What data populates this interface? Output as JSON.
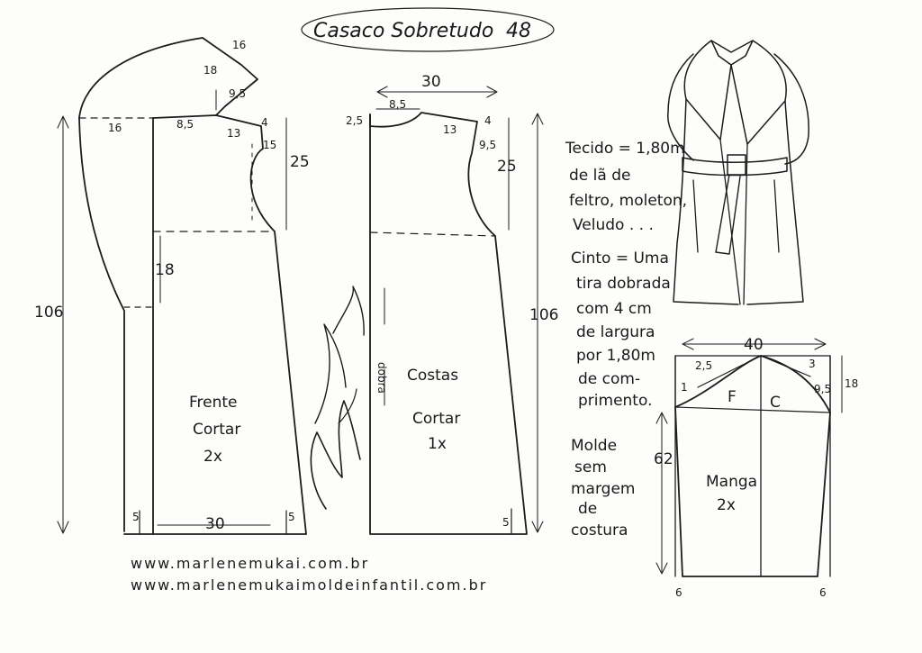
{
  "title": "Casaco Sobretudo",
  "size": "48",
  "front": {
    "name": "Frente",
    "cut_line1": "Cortar",
    "cut_line2": "2x",
    "dims": {
      "hood_width": "16",
      "hood_top": "16",
      "hood_side": "18",
      "hood_diag": "9,5",
      "neck": "8,5",
      "shoulder": "13",
      "drop": "4",
      "armhole": "15",
      "armhole_depth": "25",
      "waist": "18",
      "length": "106",
      "bottom": "30",
      "hem_left": "5",
      "hem_right": "5"
    }
  },
  "back": {
    "name": "Costas",
    "cut_line1": "Cortar",
    "cut_line2": "1x",
    "fold": "dobra",
    "dims": {
      "width": "30",
      "neck_depth": "2,5",
      "neck": "8,5",
      "shoulder": "13",
      "drop": "4",
      "armhole": "9,5",
      "armhole_depth": "25",
      "length": "106",
      "hem": "5"
    }
  },
  "sleeve": {
    "name": "Manga",
    "cut": "2x",
    "front_mark": "F",
    "back_mark": "C",
    "dims": {
      "width": "40",
      "cap_left": "2,5",
      "cap_right": "3",
      "left_rise": "1",
      "right_drop": "9,5",
      "cap_height": "18",
      "length": "62",
      "cuff_left": "6",
      "cuff_right": "6"
    }
  },
  "notes": {
    "fabric_lines": [
      "Tecido = 1,80m",
      "de lã de",
      "feltro, moleton,",
      "Veludo . . ."
    ],
    "belt_lines": [
      "Cinto = Uma",
      "tira dobrada",
      "com 4 cm",
      "de largura",
      "por 1,80m",
      "de com-",
      "primento."
    ],
    "margin_lines": [
      "Molde",
      "sem",
      "margem",
      "de",
      "costura"
    ]
  },
  "signature": "Marlene Mukai",
  "urls": [
    "www.marlenemukai.com.br",
    "www.marlenemukaimoldeinfantil.com.br"
  ]
}
